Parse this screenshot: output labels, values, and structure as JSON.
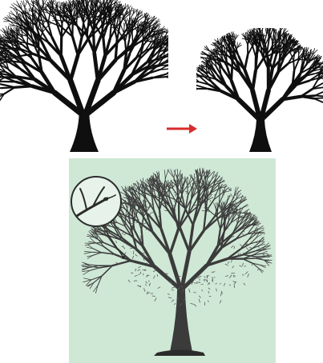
{
  "colors": {
    "tree_black": "#0f0f0f",
    "arrow_red": "#d82b2b",
    "panel_green": "#cfe8d6",
    "tree_gray": "#3b3b3b",
    "tree_light": "#6b6b6b"
  },
  "diagram": {
    "top_left_tree": "tree-before-pruning",
    "arrow": "right-arrow",
    "top_right_tree": "tree-after-pruning",
    "panel": "tree-with-magnified-cut",
    "inset": "branch-cut-detail"
  }
}
